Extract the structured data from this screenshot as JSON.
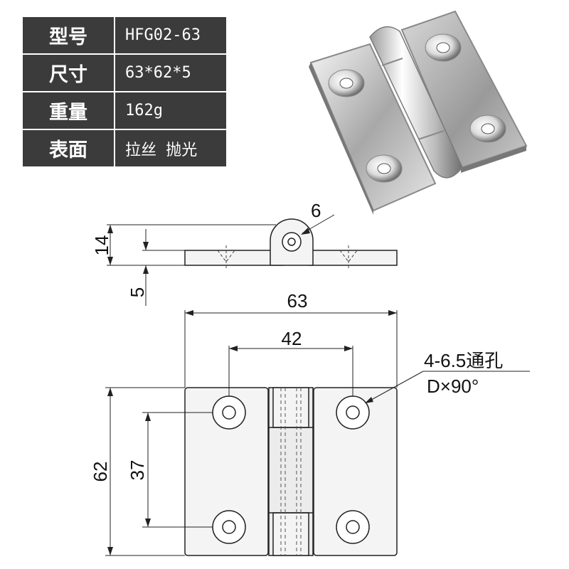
{
  "specs": [
    {
      "label": "型号",
      "value": "HFG02-63"
    },
    {
      "label": "尺寸",
      "value": "63*62*5"
    },
    {
      "label": "重量",
      "value": "162g"
    },
    {
      "label": "表面",
      "value": "拉丝 抛光"
    }
  ],
  "dims": {
    "pin_dia": "6",
    "height_total": "14",
    "thickness": "5",
    "width": "63",
    "hole_pitch_h": "42",
    "height": "62",
    "hole_pitch_v": "37"
  },
  "hole_note": {
    "line1": "4-6.5通孔",
    "line2": "D×90°"
  },
  "colors": {
    "table_bg": "#3b3b3b",
    "plate_fill": "#f4f4f4",
    "line": "#222222"
  }
}
